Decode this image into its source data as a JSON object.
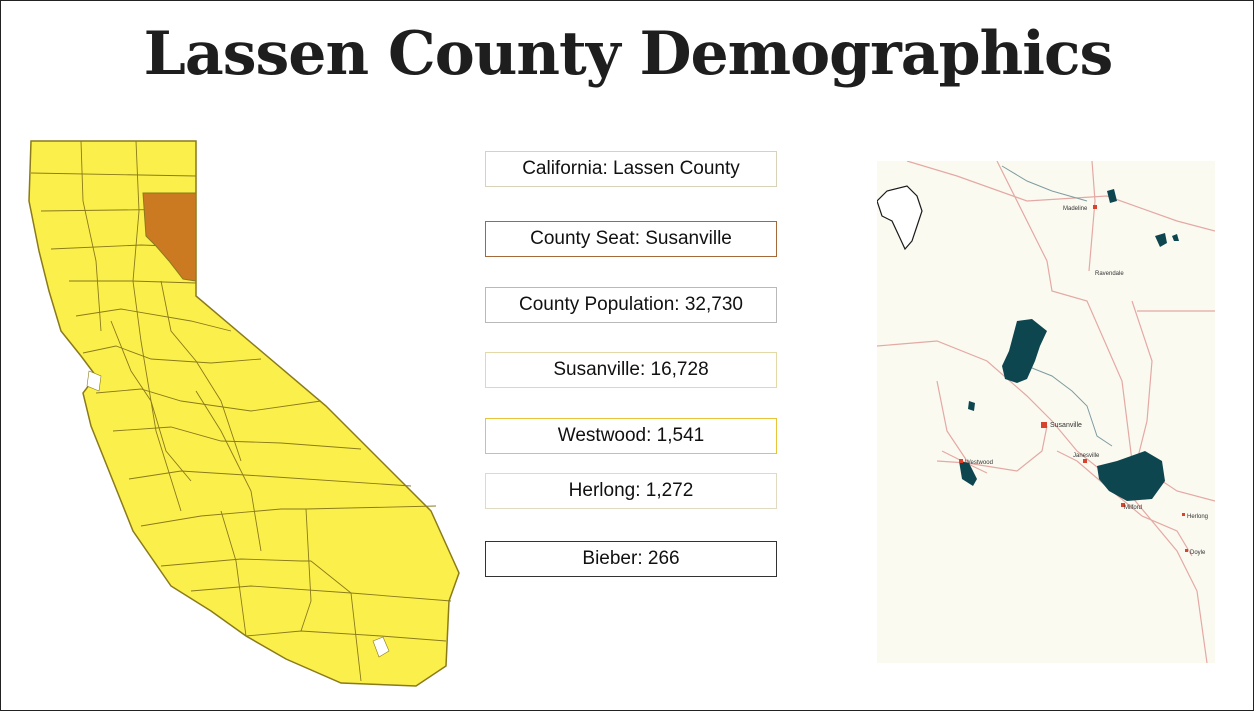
{
  "title": "Lassen County Demographics",
  "facts": [
    {
      "text": "California: Lassen County",
      "border": "#d8d3b8"
    },
    {
      "text": "County Seat: Susanville",
      "border": "#a5683a"
    },
    {
      "text": "County Population: 32,730",
      "border": "#b9b9b9"
    },
    {
      "text": "Susanville: 16,728",
      "border": "#e3d9a6"
    },
    {
      "text": "Westwood: 1,541",
      "border": "#e8c43a"
    },
    {
      "text": "Herlong: 1,272",
      "border": "#e0dac0"
    },
    {
      "text": "Bieber: 266",
      "border": "#333333"
    }
  ],
  "colors": {
    "state_fill": "#fbef4c",
    "highlight_county": "#cc7a22",
    "county_border": "#8a7a1a",
    "water": "#0e4650",
    "roads": "#e4a9a4",
    "map_background": "#fbfaf1"
  },
  "county_map": {
    "towns": [
      "Madeline",
      "Ravendale",
      "Susanville",
      "Westwood",
      "Janesville",
      "Milford",
      "Herlong",
      "Doyle"
    ]
  }
}
